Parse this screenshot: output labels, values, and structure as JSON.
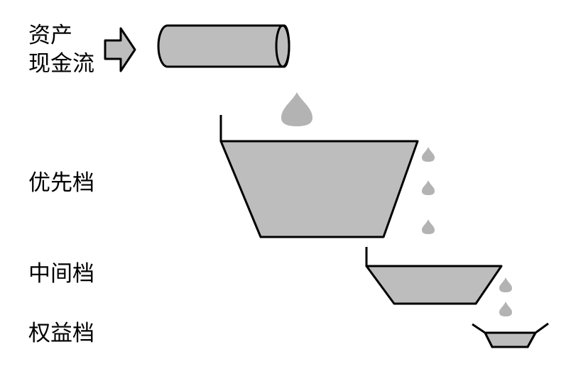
{
  "labels": {
    "asset_line1": "资产",
    "asset_line2": "现金流",
    "senior": "优先档",
    "mezzanine": "中间档",
    "equity": "权益档"
  },
  "colors": {
    "fill": "#bdbdbd",
    "drop": "#b3b3b3",
    "stroke": "#000000",
    "background": "#ffffff"
  }
}
